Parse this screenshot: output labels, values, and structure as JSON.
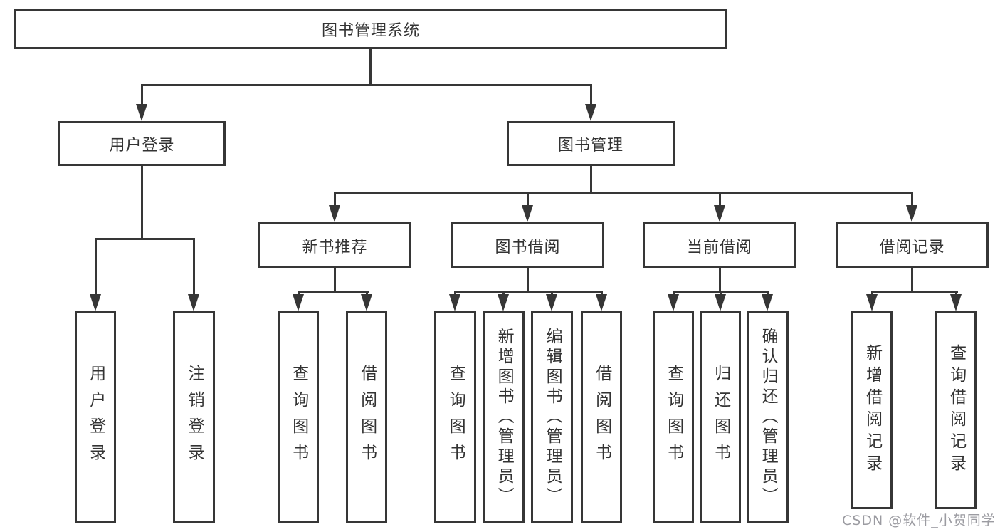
{
  "colors": {
    "line": "#363636",
    "text": "#333333",
    "bg": "#ffffff",
    "watermark": "#9b9ba1"
  },
  "watermark": {
    "text": "CSDN @软件_小贺同学"
  },
  "tree": {
    "label": "图书管理系统",
    "children": [
      {
        "label": "用户登录",
        "children": [
          {
            "label": "用户登录"
          },
          {
            "label": "注销登录"
          }
        ]
      },
      {
        "label": "图书管理",
        "children": [
          {
            "label": "新书推荐",
            "children": [
              {
                "label": "查询图书"
              },
              {
                "label": "借阅图书"
              }
            ]
          },
          {
            "label": "图书借阅",
            "children": [
              {
                "label": "查询图书"
              },
              {
                "label": "新增图书（管理员）"
              },
              {
                "label": "编辑图书（管理员）"
              },
              {
                "label": "借阅图书"
              }
            ]
          },
          {
            "label": "当前借阅",
            "children": [
              {
                "label": "查询图书"
              },
              {
                "label": "归还图书"
              },
              {
                "label": "确认归还（管理员）"
              }
            ]
          },
          {
            "label": "借阅记录",
            "children": [
              {
                "label": "新增借阅记录"
              },
              {
                "label": "查询借阅记录"
              }
            ]
          }
        ]
      }
    ]
  }
}
